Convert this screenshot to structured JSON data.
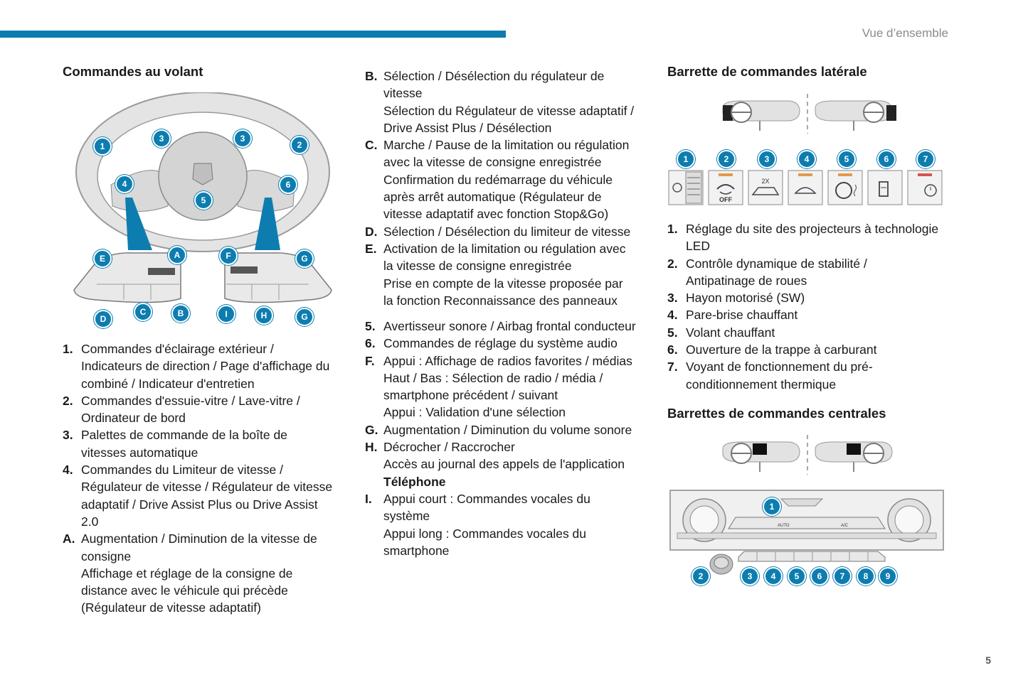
{
  "header": {
    "section_title": "Vue d’ensemble",
    "page_number": "5",
    "accent_color": "#0d7db0"
  },
  "col1": {
    "title": "Commandes au volant",
    "wheel_badges": [
      "1",
      "2",
      "3",
      "3",
      "4",
      "5",
      "6",
      "A",
      "B",
      "C",
      "D",
      "E",
      "F",
      "G",
      "G",
      "H",
      "I"
    ],
    "items": [
      {
        "key": "1.",
        "lines": [
          "Commandes d'éclairage extérieur /",
          "Indicateurs de direction / Page d'affichage du",
          "combiné / Indicateur d'entretien"
        ]
      },
      {
        "key": "2.",
        "lines": [
          "Commandes d'essuie-vitre / Lave-vitre /",
          "Ordinateur de bord"
        ]
      },
      {
        "key": "3.",
        "lines": [
          "Palettes de commande de la boîte de",
          "vitesses automatique"
        ]
      },
      {
        "key": "4.",
        "lines": [
          "Commandes du Limiteur de vitesse /",
          "Régulateur de vitesse / Régulateur de vitesse",
          "adaptatif / Drive Assist Plus ou Drive Assist",
          "2.0"
        ]
      },
      {
        "key": "A.",
        "lines": [
          "Augmentation / Diminution de la vitesse de",
          "consigne",
          "Affichage et réglage de la consigne de",
          "distance avec le véhicule qui précède",
          "(Régulateur de vitesse adaptatif)"
        ]
      }
    ]
  },
  "col2": {
    "items_a": [
      {
        "key": "B.",
        "lines": [
          "Sélection / Désélection du régulateur de",
          "vitesse",
          "Sélection du Régulateur de vitesse adaptatif /",
          "Drive Assist Plus / Désélection"
        ]
      },
      {
        "key": "C.",
        "lines": [
          "Marche / Pause de la limitation ou régulation",
          "avec la vitesse de consigne enregistrée",
          "Confirmation du redémarrage du véhicule",
          "après arrêt automatique (Régulateur de",
          "vitesse adaptatif avec fonction Stop&Go)"
        ]
      },
      {
        "key": "D.",
        "lines": [
          "Sélection / Désélection du limiteur de vitesse"
        ]
      },
      {
        "key": "E.",
        "lines": [
          "Activation de la limitation ou régulation avec",
          "la vitesse de consigne enregistrée",
          "Prise en compte de la vitesse proposée par",
          "la fonction Reconnaissance des panneaux"
        ]
      }
    ],
    "items_b": [
      {
        "key": "5.",
        "lines": [
          "Avertisseur sonore / Airbag frontal conducteur"
        ]
      },
      {
        "key": "6.",
        "lines": [
          "Commandes de réglage du système audio"
        ]
      },
      {
        "key": "F.",
        "lines": [
          "Appui : Affichage de radios favorites / médias",
          "Haut / Bas : Sélection de radio / média /",
          "smartphone précédent / suivant",
          "Appui : Validation d'une sélection"
        ]
      },
      {
        "key": "G.",
        "lines": [
          "Augmentation / Diminution du volume sonore"
        ]
      },
      {
        "key": "H.",
        "lines": [
          "Décrocher / Raccrocher",
          "Accès au journal des appels de l'application"
        ],
        "bold_line": "Téléphone"
      },
      {
        "key": "I.",
        "lines": [
          "Appui court : Commandes vocales du",
          "système",
          "Appui long : Commandes vocales du",
          "smartphone"
        ]
      }
    ]
  },
  "col3": {
    "title_lateral": "Barrette de commandes latérale",
    "lateral_badges": [
      "1",
      "2",
      "3",
      "4",
      "5",
      "6",
      "7"
    ],
    "button_glyphs": {
      "off": "OFF",
      "two_x": "2X"
    },
    "items": [
      {
        "key": "1.",
        "lines": [
          "Réglage du site des projecteurs à technologie",
          "LED"
        ]
      },
      {
        "key": "2.",
        "lines": [
          "Contrôle dynamique de stabilité /",
          "Antipatinage de roues"
        ]
      },
      {
        "key": "3.",
        "lines": [
          "Hayon motorisé (SW)"
        ]
      },
      {
        "key": "4.",
        "lines": [
          "Pare-brise chauffant"
        ]
      },
      {
        "key": "5.",
        "lines": [
          "Volant chauffant"
        ]
      },
      {
        "key": "6.",
        "lines": [
          "Ouverture de la trappe à carburant"
        ]
      },
      {
        "key": "7.",
        "lines": [
          "Voyant de fonctionnement du pré-",
          "conditionnement thermique"
        ]
      }
    ],
    "title_central": "Barrettes de commandes centrales",
    "central_badges": [
      "1",
      "2",
      "3",
      "4",
      "5",
      "6",
      "7",
      "8",
      "9"
    ],
    "console_labels": {
      "auto": "AUTO",
      "ac": "A/C"
    }
  }
}
